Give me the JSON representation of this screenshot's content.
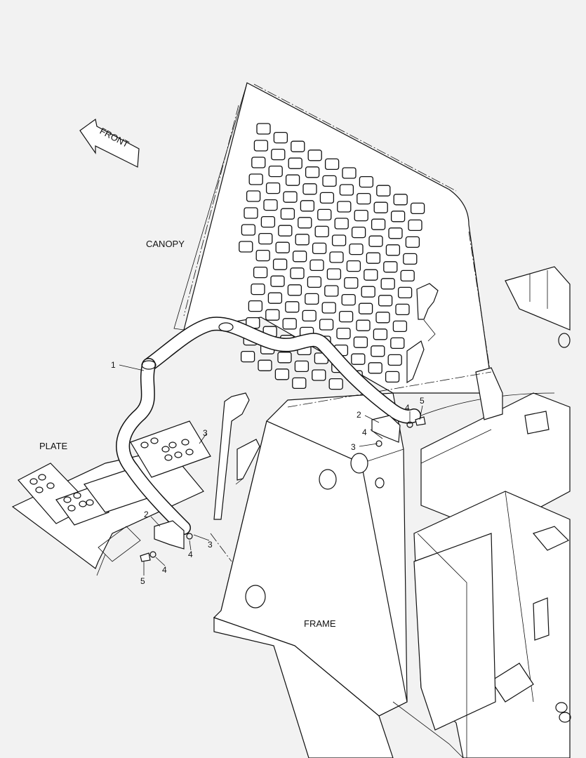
{
  "labels": {
    "front": "FRONT",
    "canopy": "CANOPY",
    "plate": "PLATE",
    "frame": "FRAME"
  },
  "callouts": {
    "c1": "1",
    "c2_right": "2",
    "c3_right": "3",
    "c4_right_upper": "4",
    "c4_right_lower": "4",
    "c5_right": "5",
    "c3_mid": "3",
    "c2_left": "2",
    "c3_left": "3",
    "c4_left_a": "4",
    "c4_left_b": "4",
    "c5_left": "5"
  }
}
